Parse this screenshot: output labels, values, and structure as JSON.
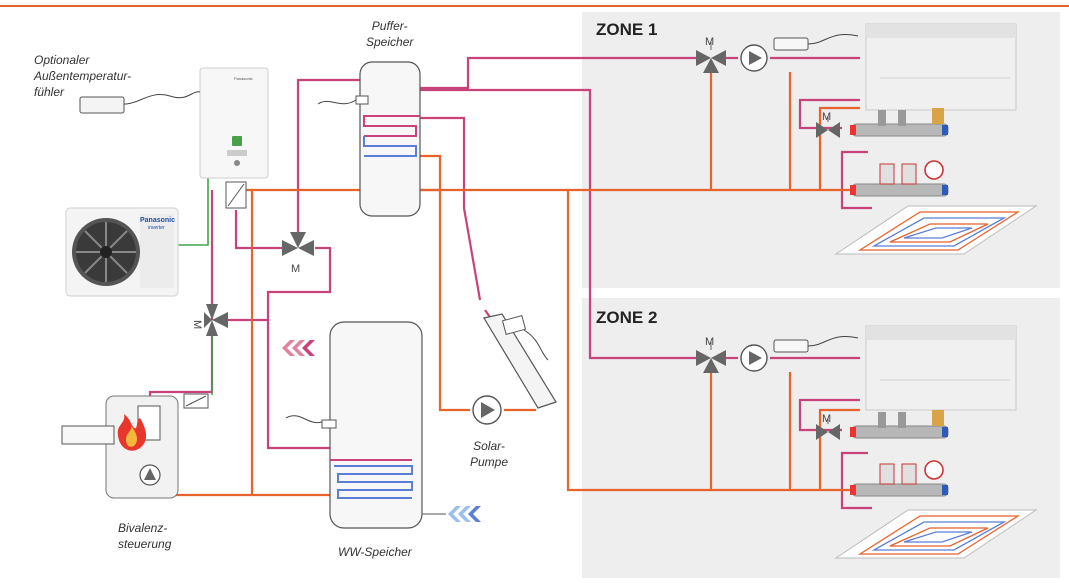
{
  "labels": {
    "sensor_line1": "Optionaler",
    "sensor_line2": "Außentemperatur-",
    "sensor_line3": "fühler",
    "buffer_line1": "Puffer-",
    "buffer_line2": "Speicher",
    "solar_line1": "Solar-",
    "solar_line2": "Pumpe",
    "dhw_tank": "WW-Speicher",
    "bivalent_line1": "Bivalenz-",
    "bivalent_line2": "steuerung",
    "valve_m": "M"
  },
  "zones": [
    {
      "title": "ZONE 1"
    },
    {
      "title": "ZONE 2"
    }
  ],
  "brand": {
    "outdoor_name": "Panasonic",
    "outdoor_sub": "inverter",
    "indoor_name": "Panasonic"
  },
  "colors": {
    "hot_pipe": "#e8622c",
    "return_pipe": "#c8437a",
    "cold_coil": "#5b7fd6",
    "signal_wire": "#3da64a",
    "zone_background": "#eeeeee",
    "top_rule": "#e8622c"
  },
  "icons": [
    "heat-pump-indoor-icon",
    "heat-pump-outdoor-icon",
    "mixing-valve-icon",
    "circulation-pump-icon",
    "flame-icon",
    "solar-panel-icon",
    "radiator-icon",
    "floor-heating-icon",
    "manifold-icon",
    "temperature-sensor-icon",
    "heat-exchanger-icon"
  ]
}
